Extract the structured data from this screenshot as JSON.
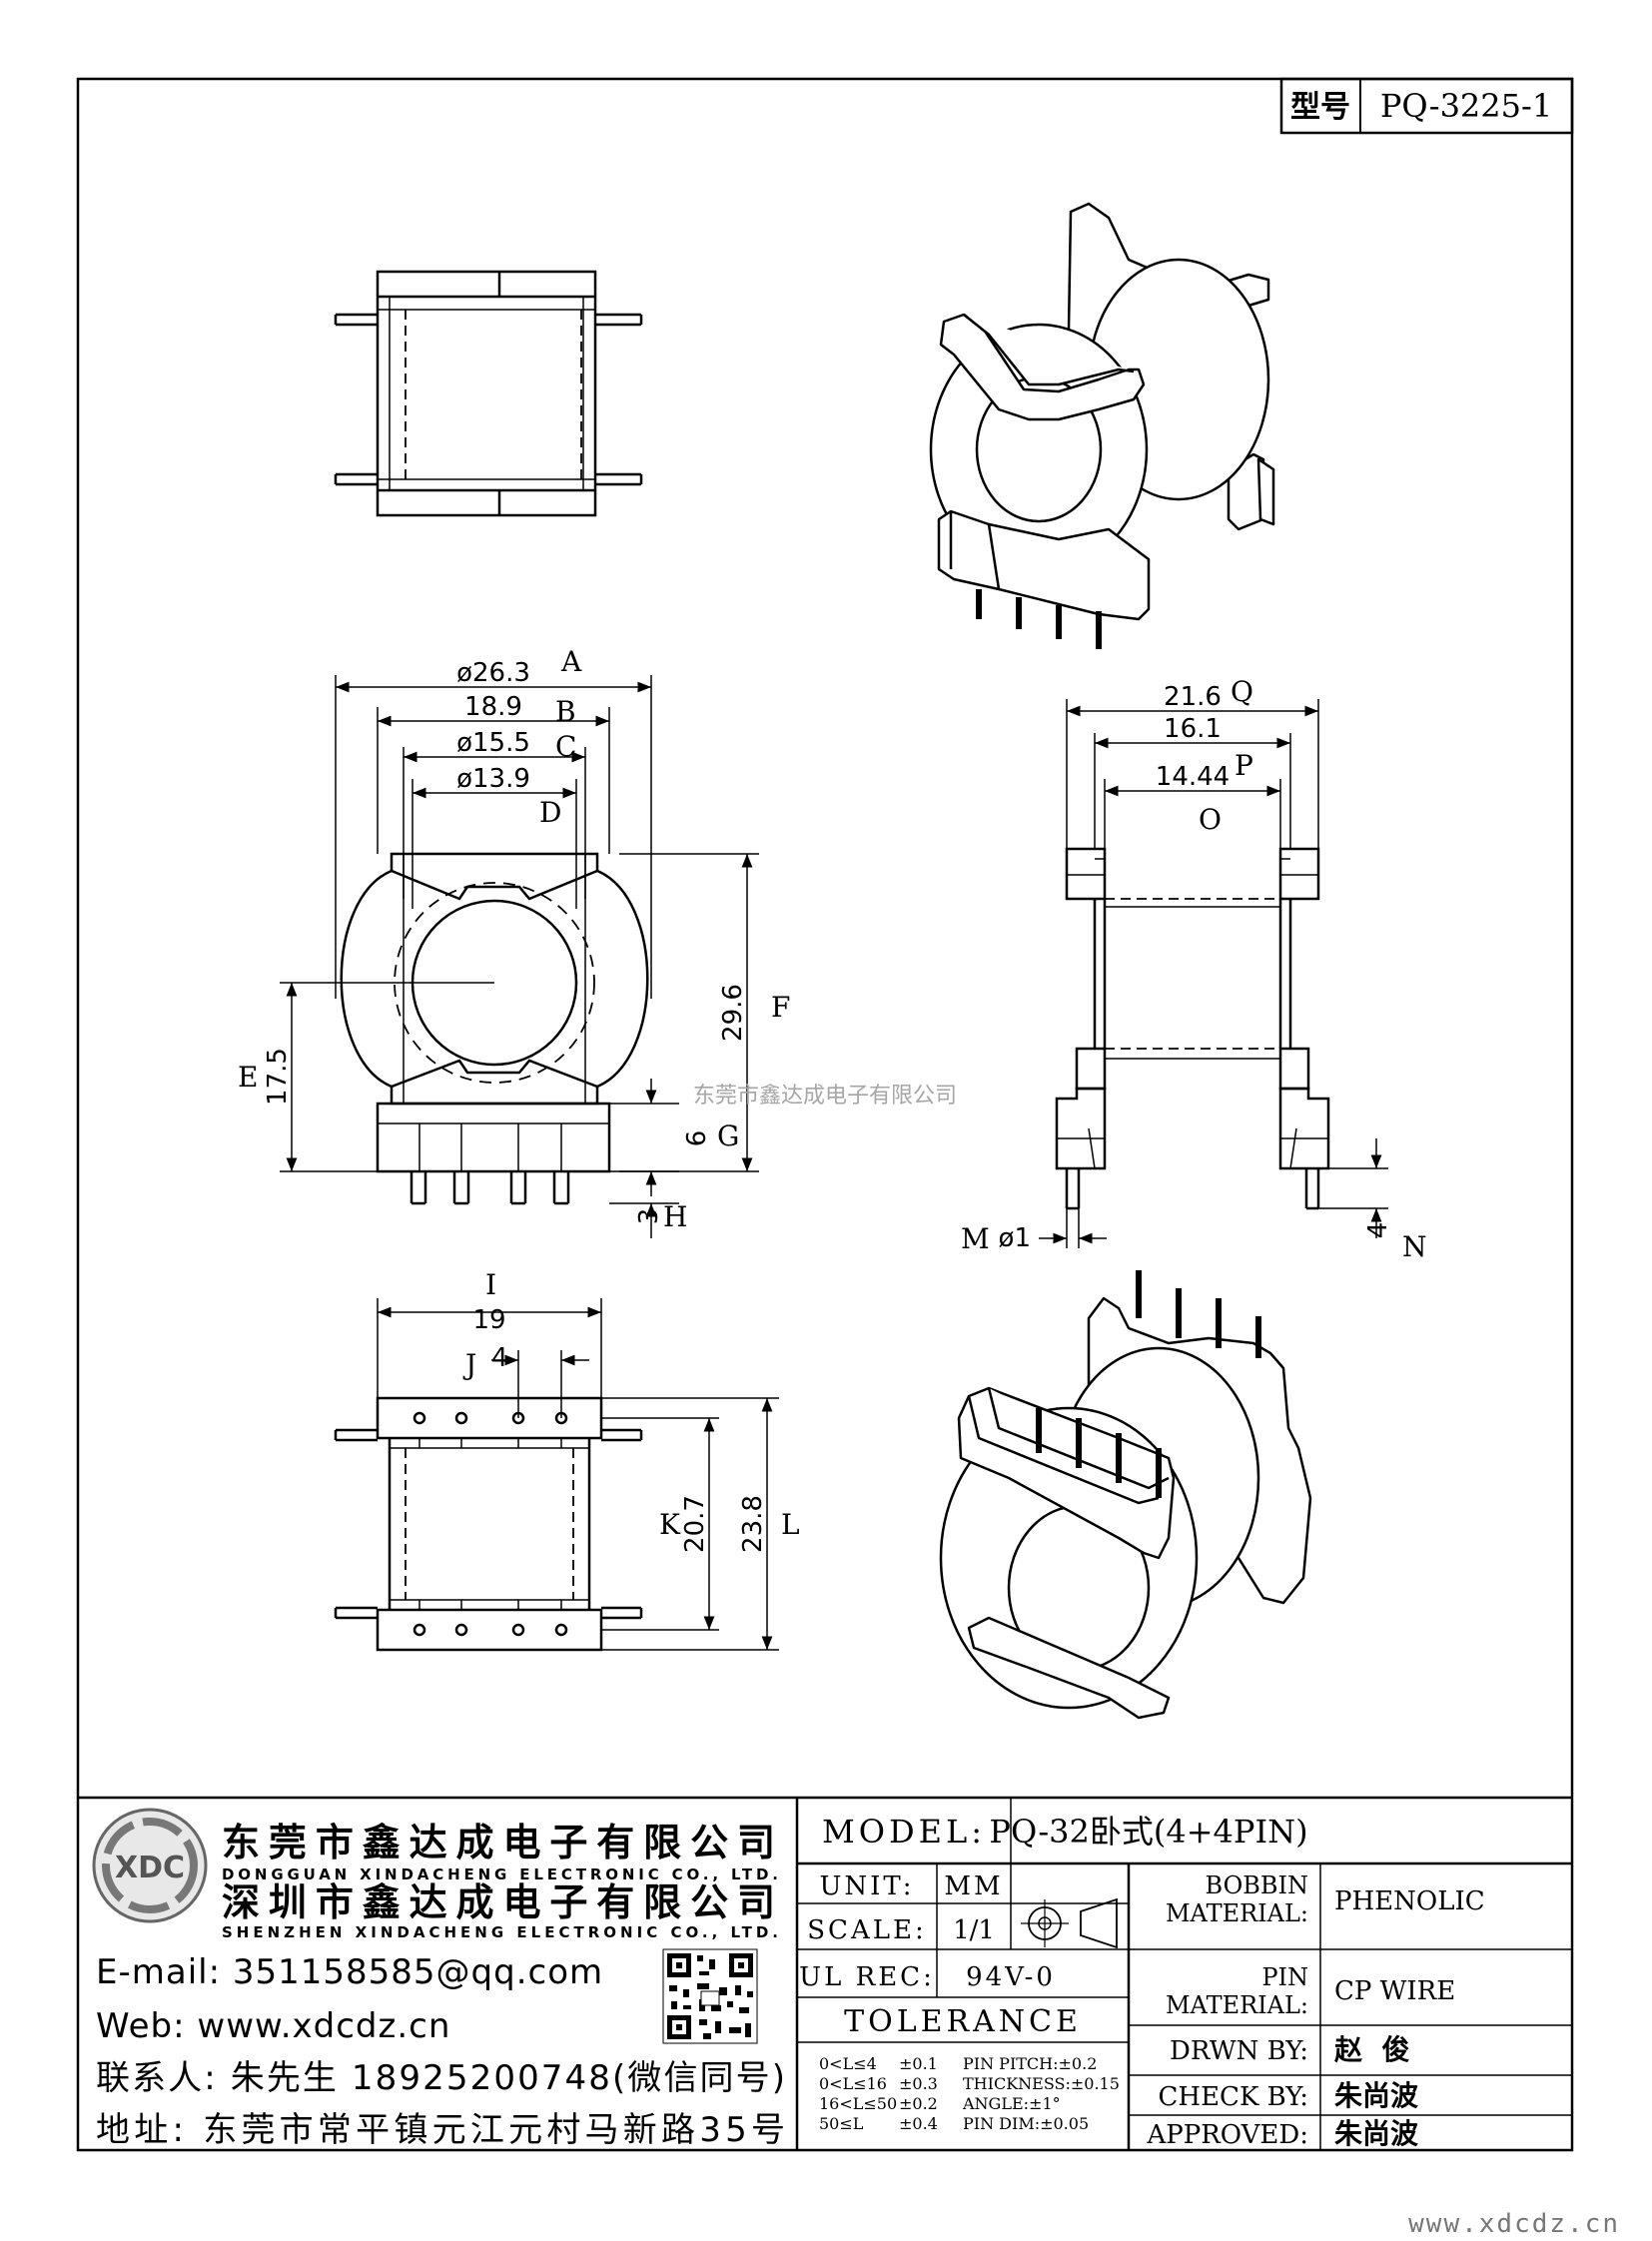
{
  "header": {
    "model_label": "型号",
    "model_value": "PQ-3225-1"
  },
  "watermark": "东莞市鑫达成电子有限公司",
  "footer_url": "www.xdcdz.cn",
  "dimensions": {
    "A": {
      "letter": "A",
      "value": "ø26.3"
    },
    "B": {
      "letter": "B",
      "value": "18.9"
    },
    "C": {
      "letter": "C",
      "value": "ø15.5"
    },
    "D": {
      "letter": "D",
      "value": "ø13.9"
    },
    "E": {
      "letter": "E",
      "value": "17.5"
    },
    "F": {
      "letter": "F",
      "value": "29.6"
    },
    "G": {
      "letter": "G",
      "value": "6"
    },
    "H": {
      "letter": "H",
      "value": "3"
    },
    "Q": {
      "letter": "Q",
      "value": "21.6"
    },
    "P": {
      "letter": "P",
      "value": "16.1"
    },
    "O": {
      "letter": "O",
      "value": "14.44"
    },
    "M": {
      "letter": "M",
      "value": "ø1"
    },
    "N": {
      "letter": "N",
      "value": "4"
    },
    "I": {
      "letter": "I",
      "value": "19"
    },
    "J": {
      "letter": "J",
      "value": "4"
    },
    "K": {
      "letter": "K",
      "value": "20.7"
    },
    "L": {
      "letter": "L",
      "value": "23.8"
    }
  },
  "company": {
    "name_dg": "东莞市鑫达成电子有限公司",
    "name_dg_en": "DONGGUAN XINDACHENG ELECTRONIC CO., LTD.",
    "name_sz": "深圳市鑫达成电子有限公司",
    "name_sz_en": "SHENZHEN XINDACHENG ELECTRONIC CO., LTD.",
    "logo_text": "XDC",
    "email": "E-mail: 351158585@qq.com",
    "web": "Web: www.xdcdz.cn",
    "contact": "联系人: 朱先生 18925200748(微信同号)",
    "address": "地址: 东莞市常平镇元江元村马新路35号"
  },
  "titleblock": {
    "model_label": "MODEL:",
    "model_value": "PQ-32卧式(4+4PIN)",
    "unit_label": "UNIT:",
    "unit_value": "MM",
    "scale_label": "SCALE:",
    "scale_value": "1/1",
    "ul_label": "UL REC:",
    "ul_value": "94V-0",
    "tolerance_label": "TOLERANCE",
    "tolerance_rows": [
      {
        "range": "0<L≤4",
        "tol": "±0.1",
        "spec": "PIN PITCH:±0.2"
      },
      {
        "range": "0<L≤16",
        "tol": "±0.3",
        "spec": "THICKNESS:±0.15"
      },
      {
        "range": "16<L≤50",
        "tol": "±0.2",
        "spec": "ANGLE:±1°"
      },
      {
        "range": "50≤L",
        "tol": "±0.4",
        "spec": "PIN DIM:±0.05"
      }
    ],
    "bobbin_label_1": "BOBBIN",
    "bobbin_label_2": "MATERIAL:",
    "bobbin_value": "PHENOLIC",
    "pin_label_1": "PIN",
    "pin_label_2": "MATERIAL:",
    "pin_value": "CP WIRE",
    "drawn_label": "DRWN BY:",
    "drawn_value": "赵  俊",
    "check_label": "CHECK BY:",
    "check_value": "朱尚波",
    "approved_label": "APPROVED:",
    "approved_value": "朱尚波"
  }
}
